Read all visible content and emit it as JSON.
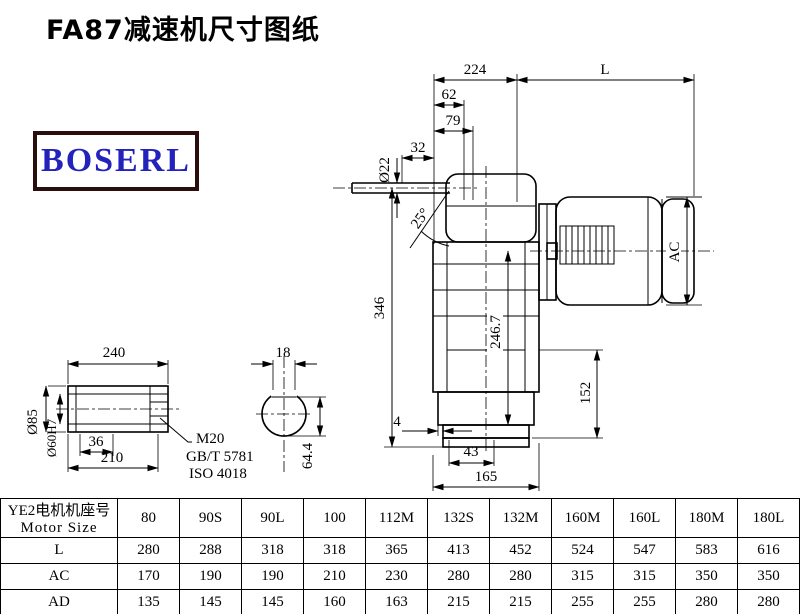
{
  "page": {
    "title": "FA87减速机尺寸图纸"
  },
  "logo": {
    "text": "BOSERL"
  },
  "drawing": {
    "dims": {
      "d224": "224",
      "dL": "L",
      "d62": "62",
      "d79": "79",
      "d32": "32",
      "d22": "Ø22",
      "angle": "25°",
      "d346": "346",
      "d246": "246.7",
      "dAC": "AC",
      "d152": "152",
      "d4": "4",
      "d43": "43",
      "d165": "165",
      "d240": "240",
      "d85": "Ø85",
      "d60": "Ø60H7",
      "d36": "36",
      "d210": "210",
      "d18": "18",
      "d64": "64.4"
    },
    "notes": {
      "m20": "M20",
      "gbt": "GB/T 5781",
      "iso": "ISO 4018"
    }
  },
  "table": {
    "header": {
      "line1": "YE2电机机座号",
      "line2": "Motor Size"
    },
    "sizes": [
      "80",
      "90S",
      "90L",
      "100",
      "112M",
      "132S",
      "132M",
      "160M",
      "160L",
      "180M",
      "180L"
    ],
    "rows": [
      {
        "label": "L",
        "values": [
          "280",
          "288",
          "318",
          "318",
          "365",
          "413",
          "452",
          "524",
          "547",
          "583",
          "616"
        ]
      },
      {
        "label": "AC",
        "values": [
          "170",
          "190",
          "190",
          "210",
          "230",
          "280",
          "280",
          "315",
          "315",
          "350",
          "350"
        ]
      },
      {
        "label": "AD",
        "values": [
          "135",
          "145",
          "145",
          "160",
          "163",
          "215",
          "215",
          "255",
          "255",
          "280",
          "280"
        ]
      }
    ]
  }
}
